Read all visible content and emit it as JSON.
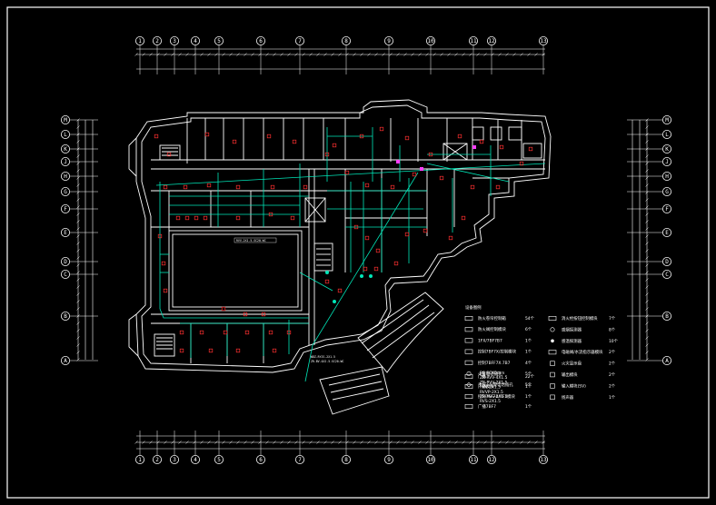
{
  "drawing": {
    "colors": {
      "background": "#000000",
      "border": "#ffffff",
      "walls": "#ffffff",
      "cable": "#00e6b8",
      "devices": "#ff3030",
      "legend_text": "#ffffff"
    },
    "axes": {
      "top": [
        "1",
        "2",
        "3",
        "4",
        "5",
        "6",
        "7",
        "8",
        "9",
        "10",
        "11",
        "12",
        "13"
      ],
      "bottom": [
        "1",
        "2",
        "3",
        "4",
        "5",
        "6",
        "7",
        "8",
        "9",
        "10",
        "11",
        "12",
        "13"
      ],
      "left": [
        "M",
        "L",
        "K",
        "J",
        "H",
        "G",
        "F",
        "E",
        "D",
        "C",
        "B",
        "A"
      ],
      "right": [
        "M",
        "L",
        "K",
        "J",
        "H",
        "G",
        "F",
        "E",
        "D",
        "C",
        "B",
        "A"
      ]
    },
    "legend": {
      "title": "设备图例",
      "left_col": [
        {
          "sym": "icon-box",
          "text": "防火卷帘控制箱",
          "qty": "54个"
        },
        {
          "sym": "icon-box",
          "text": "防火阀控制模块",
          "qty": "6个"
        },
        {
          "sym": "icon-box",
          "text": "1FX/7BF7B7",
          "qty": "1个"
        },
        {
          "sym": "icon-box",
          "text": "控制7BF7X/控制模块",
          "qty": "1个"
        },
        {
          "sym": "icon-box",
          "text": "控制7BFF7X.7B7",
          "qty": "4个"
        },
        {
          "sym": "icon-circle",
          "text": "火警电话插孔",
          "qty": "5个"
        },
        {
          "sym": "icon-diamond",
          "text": "手报+火警电话插孔",
          "qty": "5个"
        }
      ],
      "notes": [
        "RS SCX5mm",
        "ZR-RVV-4X1.5",
        "ZR-RVV-2X1.5",
        "RVV-2X1.5",
        "RVVP-2X1.5",
        "ZR-RVS-2X1.5",
        "RVS-2X1.5"
      ],
      "left_col2": [
        {
          "sym": "icon-box",
          "text": "广播",
          "qty": "22个"
        },
        {
          "sym": "icon-box",
          "text": "广播模块",
          "qty": "1个"
        },
        {
          "sym": "icon-box",
          "text": "控制7FF7X/7F7模块",
          "qty": "1个"
        },
        {
          "sym": "icon-box",
          "text": "广播7BF7",
          "qty": "1个"
        }
      ],
      "right_col": [
        {
          "sym": "icon-box",
          "text": "消火栓按钮控制模块",
          "qty": "7个"
        },
        {
          "sym": "icon-circle",
          "text": "感烟探测器",
          "qty": "8个"
        },
        {
          "sym": "icon-dot",
          "text": "感温探测器",
          "qty": "10个"
        },
        {
          "sym": "icon-box",
          "text": "电磁阀/水流指示器模块",
          "qty": "2个"
        },
        {
          "sym": "icon-sq",
          "text": "火灾显示盘",
          "qty": "2个"
        },
        {
          "sym": "icon-sq",
          "text": "输出模块",
          "qty": "2个"
        },
        {
          "sym": "icon-sq",
          "text": "输入模块(SV)",
          "qty": "2个"
        },
        {
          "sym": "icon-sq",
          "text": "扬声器",
          "qty": "1个"
        }
      ]
    },
    "annotations": [
      "RVV-2X1.5-SC20-WC",
      "WDZ-RYJS-2X1.5",
      "ZR-BV-4X2.5-SC20-WC"
    ]
  }
}
